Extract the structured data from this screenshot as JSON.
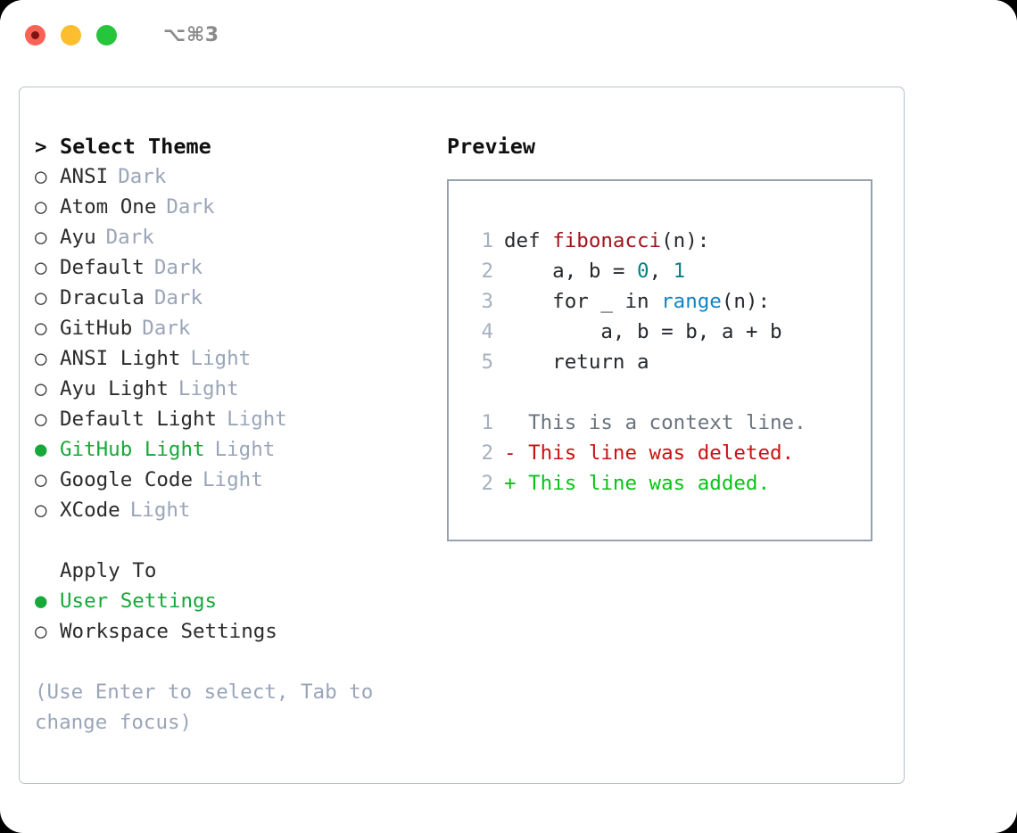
{
  "titlebar": {
    "shortcut": "⌥⌘3",
    "buttons": [
      {
        "name": "close",
        "color": "#fa6157"
      },
      {
        "name": "minimize",
        "color": "#fcbd2e"
      },
      {
        "name": "maximize",
        "color": "#25c63b"
      }
    ]
  },
  "theme_picker": {
    "heading_marker": ">",
    "heading": "Select Theme",
    "bullet_off": "○",
    "bullet_on": "●",
    "items": [
      {
        "name": "ANSI",
        "variant": "Dark",
        "selected": false
      },
      {
        "name": "Atom One",
        "variant": "Dark",
        "selected": false
      },
      {
        "name": "Ayu",
        "variant": "Dark",
        "selected": false
      },
      {
        "name": "Default",
        "variant": "Dark",
        "selected": false
      },
      {
        "name": "Dracula",
        "variant": "Dark",
        "selected": false
      },
      {
        "name": "GitHub",
        "variant": "Dark",
        "selected": false
      },
      {
        "name": "ANSI Light",
        "variant": "Light",
        "selected": false
      },
      {
        "name": "Ayu Light",
        "variant": "Light",
        "selected": false
      },
      {
        "name": "Default Light",
        "variant": "Light",
        "selected": false
      },
      {
        "name": "GitHub Light",
        "variant": "Light",
        "selected": true
      },
      {
        "name": "Google Code",
        "variant": "Light",
        "selected": false
      },
      {
        "name": "XCode",
        "variant": "Light",
        "selected": false
      }
    ]
  },
  "apply_to": {
    "heading": "Apply To",
    "options": [
      {
        "label": "User Settings",
        "selected": true
      },
      {
        "label": "Workspace Settings",
        "selected": false
      }
    ]
  },
  "hint": "(Use Enter to select, Tab to change focus)",
  "preview": {
    "title": "Preview",
    "code_lines": [
      {
        "number": "1",
        "segments": [
          {
            "text": "def ",
            "kind": "kw"
          },
          {
            "text": "fibonacci",
            "kind": "fn"
          },
          {
            "text": "(n):",
            "kind": "plain"
          }
        ]
      },
      {
        "number": "2",
        "segments": [
          {
            "text": "    a, b = ",
            "kind": "plain"
          },
          {
            "text": "0",
            "kind": "num"
          },
          {
            "text": ", ",
            "kind": "plain"
          },
          {
            "text": "1",
            "kind": "num"
          }
        ]
      },
      {
        "number": "3",
        "segments": [
          {
            "text": "    for _ in ",
            "kind": "kw"
          },
          {
            "text": "range",
            "kind": "call"
          },
          {
            "text": "(n):",
            "kind": "plain"
          }
        ]
      },
      {
        "number": "4",
        "segments": [
          {
            "text": "        a, b = b, a + b",
            "kind": "plain"
          }
        ]
      },
      {
        "number": "5",
        "segments": [
          {
            "text": "    return a",
            "kind": "kw"
          }
        ]
      }
    ],
    "diff_lines": [
      {
        "number": "1",
        "marker": " ",
        "text": " This is a context line.",
        "kind": "context"
      },
      {
        "number": "2",
        "marker": "-",
        "text": " This line was deleted.",
        "kind": "del"
      },
      {
        "number": "2",
        "marker": "+",
        "text": " This line was added.",
        "kind": "add"
      }
    ]
  },
  "colors": {
    "accent_green": "#17a83a",
    "muted": "#9aa5b8",
    "diff_delete": "#cc1111",
    "diff_add": "#0ac318",
    "token_function": "#a4121c",
    "token_number": "#078080",
    "token_call": "#1184c4",
    "border": "#96a2b3"
  }
}
